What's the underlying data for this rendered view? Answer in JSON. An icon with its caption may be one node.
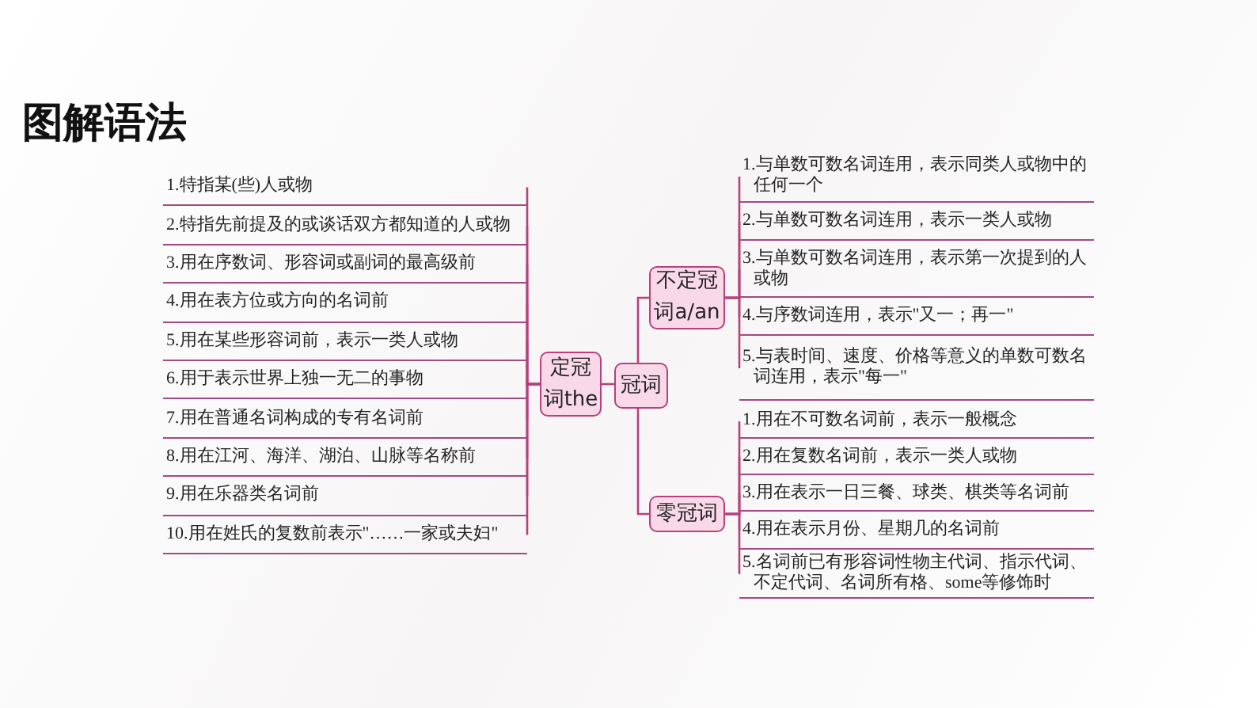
{
  "diagram": {
    "title": "图解语法",
    "nodes": [
      {
        "text": [
          "冠词"
        ]
      },
      {
        "text": [
          "定冠词the"
        ]
      },
      {
        "text": [
          "不定冠词a/an"
        ]
      },
      {
        "text": [
          "零冠词"
        ]
      },
      {
        "text": [
          "1.特指某(些)人或物"
        ]
      },
      {
        "text": [
          "2.特指先前提及的或谈话双方都知道的人或物"
        ]
      },
      {
        "text": [
          "3.用在序数词、形容词或副词的最高级前"
        ]
      },
      {
        "text": [
          "4.用在表方位或方向的名词前"
        ]
      },
      {
        "text": [
          "5.用在某些形容词前，表示一类人或物"
        ]
      },
      {
        "text": [
          "6.用于表示世界上独一无二的事物"
        ]
      },
      {
        "text": [
          "7.用在普通名词构成的专有名词前"
        ]
      },
      {
        "text": [
          "8.用在江河、海洋、湖泊、山脉等名称前"
        ]
      },
      {
        "text": [
          "9.用在乐器类名词前"
        ]
      },
      {
        "text": [
          "10.用在姓氏的复数前表示\"……一家或夫妇\""
        ]
      },
      {
        "text": [
          "1.与单数可数名词连用，表示同类人或物中的任何一个"
        ]
      },
      {
        "text": [
          "2.与单数可数名词连用，表示一类人或物"
        ]
      },
      {
        "text": [
          "3.与单数可数名词连用，表示第一次提到的人或物"
        ]
      },
      {
        "text": [
          "4.与序数词连用，表示\"又一；再一\""
        ]
      },
      {
        "text": [
          "5.与表时间、速度、价格等意义的单数可数名词连用，表示\"每一\""
        ]
      },
      {
        "text": [
          "1.用在不可数名词前，表示一般概念"
        ]
      },
      {
        "text": [
          "2.用在复数名词前，表示一类人或物"
        ]
      },
      {
        "text": [
          "3.用在表示一日三餐、球类、棋类等名词前"
        ]
      },
      {
        "text": [
          "4.用在表示月份、星期几的名词前"
        ]
      },
      {
        "text": [
          "5.名词前已有形容词性物主代词、指示代词、不定代词、名词所有格、some等修饰时"
        ]
      }
    ],
    "edges": [
      {
        "from": 0,
        "to": 1,
        "arrow": "none"
      },
      {
        "from": 0,
        "to": 2,
        "arrow": "none"
      },
      {
        "from": 0,
        "to": 3,
        "arrow": "none"
      },
      {
        "from": 1,
        "to": 4,
        "arrow": "none"
      },
      {
        "from": 1,
        "to": 5,
        "arrow": "none"
      },
      {
        "from": 1,
        "to": 6,
        "arrow": "none"
      },
      {
        "from": 1,
        "to": 7,
        "arrow": "none"
      },
      {
        "from": 1,
        "to": 8,
        "arrow": "none"
      },
      {
        "from": 1,
        "to": 9,
        "arrow": "none"
      },
      {
        "from": 1,
        "to": 10,
        "arrow": "none"
      },
      {
        "from": 1,
        "to": 11,
        "arrow": "none"
      },
      {
        "from": 1,
        "to": 12,
        "arrow": "none"
      },
      {
        "from": 1,
        "to": 13,
        "arrow": "none"
      },
      {
        "from": 2,
        "to": 14,
        "arrow": "none"
      },
      {
        "from": 2,
        "to": 15,
        "arrow": "none"
      },
      {
        "from": 2,
        "to": 16,
        "arrow": "none"
      },
      {
        "from": 2,
        "to": 17,
        "arrow": "none"
      },
      {
        "from": 2,
        "to": 18,
        "arrow": "none"
      },
      {
        "from": 3,
        "to": 19,
        "arrow": "none"
      },
      {
        "from": 3,
        "to": 20,
        "arrow": "none"
      },
      {
        "from": 3,
        "to": 21,
        "arrow": "none"
      },
      {
        "from": 3,
        "to": 22,
        "arrow": "none"
      },
      {
        "from": 3,
        "to": 23,
        "arrow": "none"
      }
    ]
  }
}
